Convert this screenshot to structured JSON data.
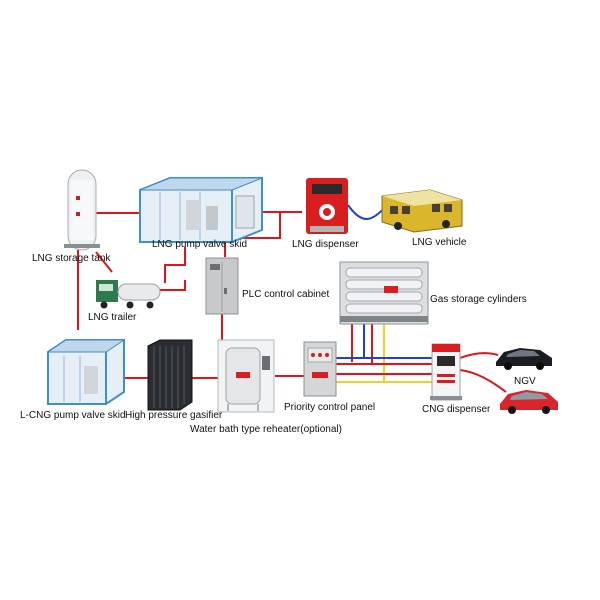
{
  "labels": {
    "lng_storage_tank": "LNG storage tank",
    "lng_pump_valve_skid": "LNG pump valve skid",
    "lng_dispenser": "LNG dispenser",
    "lng_vehicle": "LNG vehicle",
    "lng_trailer": "LNG trailer",
    "plc_control_cabinet": "PLC control cabinet",
    "gas_storage_cylinders": "Gas storage cylinders",
    "l_cng_pump_valve_skid": "L-CNG pump valve skid",
    "high_pressure_gasifier": "High pressure gasifier",
    "water_bath_reheater": "Water bath type reheater(optional)",
    "priority_control_panel": "Priority control panel",
    "cng_dispenser": "CNG dispenser",
    "ngv": "NGV"
  },
  "colors": {
    "pipe_red": "#e0141b",
    "pipe_blue": "#1f3fd9",
    "pipe_yellow": "#f2d21a",
    "skid_blue": "#3c8fd0",
    "cabinet_grey": "#c7c9cb",
    "dispenser_red": "#d81e1e",
    "bus_yellow": "#d9b62c",
    "car_red": "#d8262a",
    "car_dark": "#1b1d22",
    "truck_green": "#2f7a4c"
  }
}
